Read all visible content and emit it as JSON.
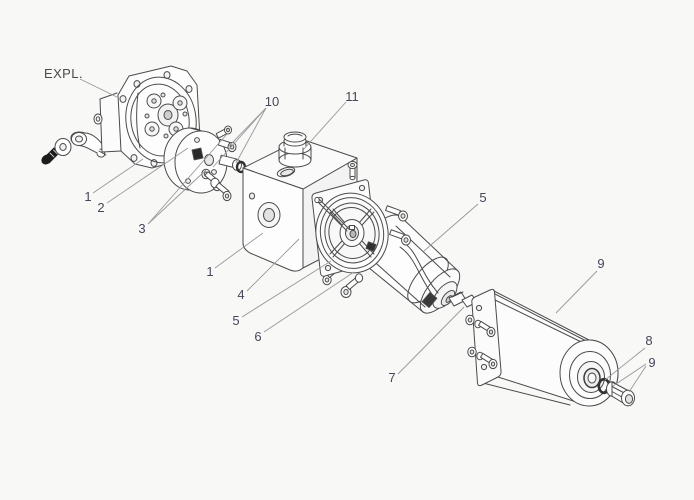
{
  "figure": {
    "kind": "exploded-parts-diagram",
    "colors": {
      "background": "#f8f8f7",
      "artwork_line": "#4b4b4b",
      "leader_line": "#97999b",
      "callout_text": "#46465a",
      "title_text": "#4a4a4a",
      "dark_fill": "#1c1c1c"
    },
    "title_label": "EXPL.",
    "callouts": {
      "expl": "EXPL.",
      "n1_left": "1",
      "n2": "2",
      "n3": "3",
      "n10": "10",
      "n11": "11",
      "n1_center": "1",
      "n4": "4",
      "n5_center": "5",
      "n6": "6",
      "n5_right": "5",
      "n7": "7",
      "n9_top": "9",
      "n8": "8",
      "n9_bottom": "9"
    }
  }
}
